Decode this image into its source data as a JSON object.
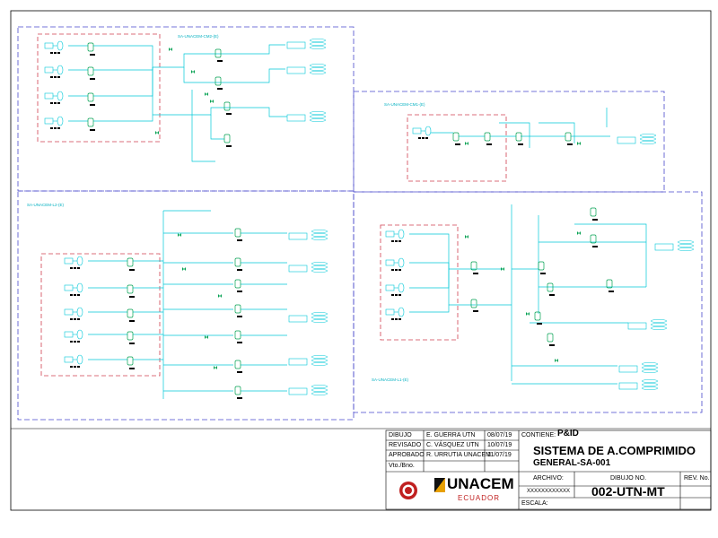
{
  "areas": {
    "cm2": "SA-UNACEM-CM2-(E)",
    "cm1": "SA-UNACEM-CM1-(E)",
    "l2": "SA-UNACEM-L2-(E)",
    "l1": "SA-UNACEM-L1-(E)"
  },
  "title_block": {
    "rows": [
      {
        "role": "DIBUJO",
        "name": "E. GUERRA  UTN",
        "date": "08/07/19"
      },
      {
        "role": "REVISADO",
        "name": "C. VÁSQUEZ UTN",
        "date": "10/07/19"
      },
      {
        "role": "APROBADO",
        "name": "R. URRUTIA UNACEM",
        "date": "11/07/19"
      },
      {
        "role": "Vto./Bno.",
        "name": "",
        "date": ""
      }
    ],
    "contiene_label": "CONTIENE:",
    "contiene_value": "P&ID",
    "title": "SISTEMA DE A.COMPRIMIDO",
    "subtitle": "GENERAL-SA-001",
    "archivo_label": "ARCHIVO:",
    "archivo_value": "XXXXXXXXXXXX",
    "dibujo_no_label": "DIBUJO NO.",
    "dibujo_no": "002-UTN-MT",
    "rev_label": "REV. No.",
    "escala_label": "ESCALA:",
    "company": "UNACEM",
    "company_country": "ECUADOR"
  },
  "colors": {
    "pipe": "#00c8d8",
    "area_border": "#4040c0",
    "compressor_room": "#d04050",
    "equipment": "#00a050",
    "text": "#000000"
  }
}
